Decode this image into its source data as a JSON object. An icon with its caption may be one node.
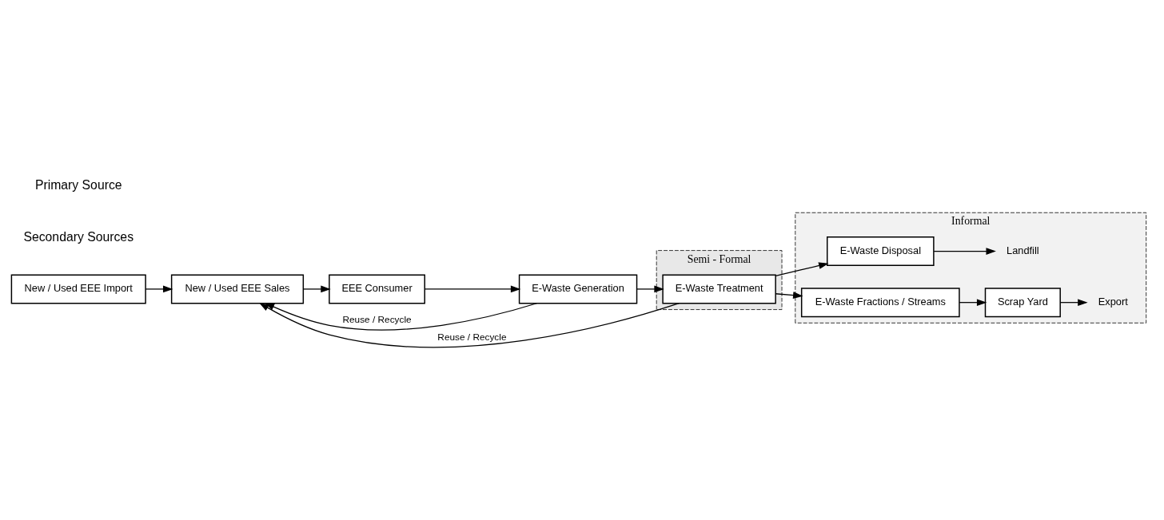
{
  "diagram": {
    "nodes": [
      {
        "text": [
          "New / Used EEE Import"
        ]
      },
      {
        "text": [
          "New / Used EEE Sales"
        ]
      },
      {
        "text": [
          "EEE Consumer"
        ]
      },
      {
        "text": [
          "E-Waste Generation"
        ]
      },
      {
        "text": [
          "Semi - Formal"
        ]
      },
      {
        "text": [
          "Informal"
        ]
      },
      {
        "text": [
          "E-Waste Treatment"
        ],
        "in": 4
      },
      {
        "text": [
          "E-Waste Disposal"
        ],
        "in": 5
      },
      {
        "text": [
          "Landfill"
        ],
        "in": 5
      },
      {
        "text": [
          "E-Waste Fractions / Streams"
        ],
        "in": 5
      },
      {
        "text": [
          "Scrap Yard"
        ],
        "in": 5
      },
      {
        "text": [
          "Export"
        ],
        "in": 5
      }
    ],
    "edges": [
      {
        "from": 0,
        "to": 1,
        "arrow": "to"
      },
      {
        "from": 1,
        "to": 2,
        "arrow": "to"
      },
      {
        "from": 2,
        "to": 3,
        "arrow": "to"
      },
      {
        "from": 3,
        "to": 6,
        "arrow": "to"
      },
      {
        "from": 3,
        "to": 1,
        "arrow": "to",
        "label": "Reuse / Recycle"
      },
      {
        "from": 6,
        "to": 1,
        "arrow": "to",
        "label": "Reuse / Recycle"
      },
      {
        "from": 6,
        "to": 7,
        "arrow": "to"
      },
      {
        "from": 6,
        "to": 9,
        "arrow": "to"
      },
      {
        "from": 7,
        "to": 8,
        "arrow": "to"
      },
      {
        "from": 9,
        "to": 10,
        "arrow": "to"
      },
      {
        "from": 10,
        "to": 11,
        "arrow": "to"
      }
    ],
    "labels": [
      "Secondary Sources",
      "Primary Source"
    ]
  }
}
